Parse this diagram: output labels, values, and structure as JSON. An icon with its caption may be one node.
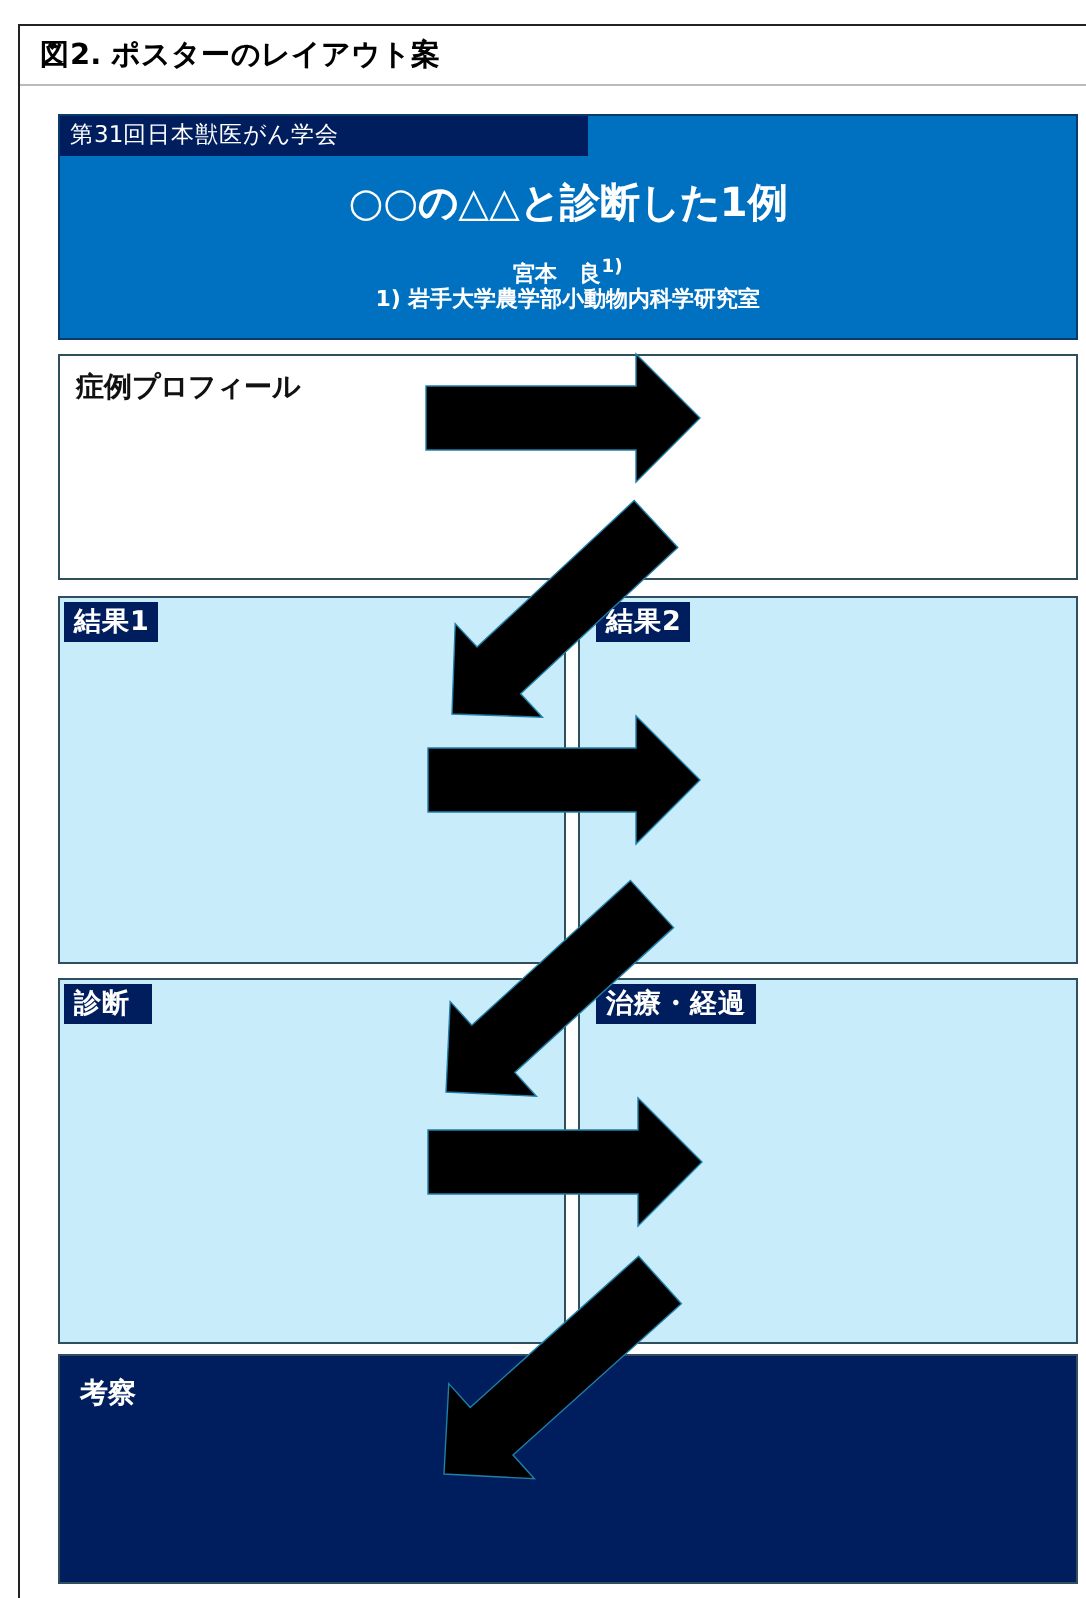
{
  "diagram": {
    "title": "図2. ポスターのレイアウト案",
    "nodes": [
      {
        "text": [
          "○○の△△と診断した1例",
          "宮本　良$^{1)}$",
          "1) 岩手大学農学部小動物内科学研究室"
        ]
      },
      {
        "text": [
          "第31回日本獣医がん学会"
        ],
        "in": 0
      },
      {
        "text": [
          "症例プロフィール"
        ]
      },
      {
        "text": [
          "結果1"
        ]
      },
      {
        "text": [
          "結果2"
        ]
      },
      {
        "text": [
          "診断"
        ]
      },
      {
        "text": [
          "治療・経過"
        ]
      },
      {
        "text": [
          "考察"
        ]
      }
    ],
    "edges": [
      {
        "from": 2,
        "to": 3,
        "arrow": "to",
        "style": "thick"
      },
      {
        "from": 3,
        "to": 4,
        "arrow": "to",
        "style": "thick"
      },
      {
        "from": 4,
        "to": 5,
        "arrow": "to",
        "style": "thick"
      },
      {
        "from": 5,
        "to": 6,
        "arrow": "to",
        "style": "thick"
      },
      {
        "from": 6,
        "to": 7,
        "arrow": "to",
        "style": "thick"
      }
    ]
  }
}
